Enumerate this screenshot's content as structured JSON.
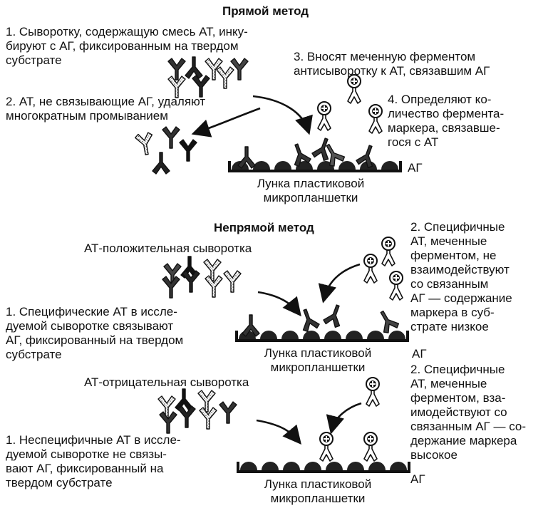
{
  "direct": {
    "title": "Прямой метод",
    "step1": "1. Сыворотку, содержащую смесь АТ, инку-\nбируют с АГ, фиксированным на твердом\nсубстрате",
    "step2": "2. АТ, не связывающие АГ, удаляют\nмногократным промыванием",
    "step3": "3. Вносят меченную ферментом\nантисыворотку к АТ, связавшим АГ",
    "step4": "4. Определяют ко-\nличество фермента-\nмаркера, связавше-\nгося с АТ",
    "ag_label": "АГ",
    "well_label": "Лунка пластиковой\nмикропланшетки"
  },
  "indirect": {
    "title": "Непрямой метод",
    "positive_label": "АТ-положительная сыворотка",
    "positive_step1": "1. Специфические АТ в иссле-\nдуемой сыворотке связывают\nАГ, фиксированный на твердом\nсубстрате",
    "positive_step2": "2. Специфичные\nАТ, меченные\nферментом, не\nвзаимодействуют\nсо связанным\nАГ — содержание\nмаркера в суб-\nстрате низкое",
    "positive_ag_label": "АГ",
    "positive_well_label": "Лунка пластиковой\nмикропланшетки",
    "negative_label": "АТ-отрицательная сыворотка",
    "negative_step1": "1. Неспецифичные АТ в иссле-\nдуемой сыворотке не связы-\nвают АГ, фиксированный на\nтвердом субстрате",
    "negative_step2": "2. Специфичные\nАТ, меченные\nферментом, вза-\nимодействуют со\nсвязанным АГ — со-\nдержание маркера\nвысокое",
    "negative_ag_label": "АГ",
    "negative_well_label": "Лунка пластиковой\nмикропланшетки"
  }
}
